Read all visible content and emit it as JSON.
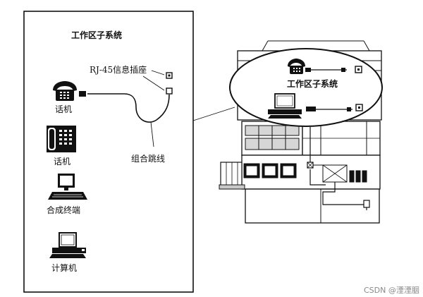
{
  "panel": {
    "title": "工作区子系统",
    "socket_label": "RJ-45信息插座",
    "cable_label": "组合跳线",
    "phone1_label": "话机",
    "phone2_label": "话机",
    "terminal_label": "合成终端",
    "computer_label": "计算机"
  },
  "building": {
    "bubble_title": "工作区子系统"
  },
  "watermark": "CSDN @湮湮胭"
}
